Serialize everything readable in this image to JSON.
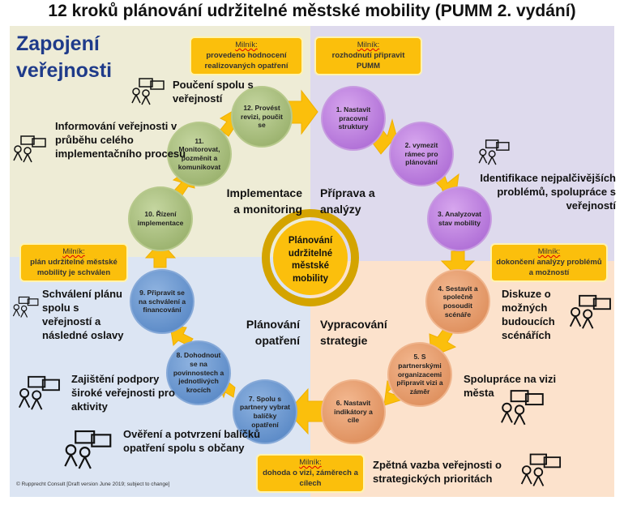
{
  "title": "12 kroků plánování udržitelné městské mobility (PUMM 2. vydání)",
  "heading": "Zapojení veřejnosti",
  "center": "Plánování udržitelné městské mobility",
  "phases": [
    "Implementace a monitoring",
    "Příprava a analýzy",
    "Plánování opatření",
    "Vypracování strategie"
  ],
  "steps": {
    "s1": "1. Nastavit pracovní struktury",
    "s2": "2. vymezit rámec pro plánování",
    "s3": "3. Analyzovat stav mobility",
    "s4": "4. Sestavit a společně posoudit scénáře",
    "s5": "5. S partnerskými organizacemi připravit vizi a záměr",
    "s6": "6. Nastavit indikátory a cíle",
    "s7": "7. Spolu s partnery vybrat balíčky opatření",
    "s8": "8. Dohodnout se na povinnostech a jednotlivých krocích",
    "s9": "9. Připravit se na schválení a financování",
    "s10": "10. Řízení implementace",
    "s11": "11. Monitorovat, pozměnit a komunikovat",
    "s12": "12. Provést revizi, poučit se"
  },
  "milestone_label": "Milník:",
  "milestones": {
    "m1": "provedeno hodnocení realizovaných opatření",
    "m2": "rozhodnutí připravit PUMM",
    "m3": "dokončení analýzy problémů a možností",
    "m4": "dohoda o vizi, záměrech a cílech",
    "m5": "plán udržitelné městské mobility je schválen"
  },
  "participation": {
    "p1": "Poučení spolu s veřejností",
    "p2": "Informování veřejnosti v průběhu celého implementačního procesu",
    "p3": "Identifikace nejpalčivějších problémů, spolupráce s veřejností",
    "p4": "Schválení plánu spolu s veřejností a následné oslavy",
    "p5": "Diskuze o možných budoucích scénářích",
    "p6": "Zajištění podpory široké veřejnosti pro aktivity",
    "p7": "Spolupráce na vizi města",
    "p8": "Ověření a potvrzení balíčků opatření spolu s občany",
    "p9": "Zpětná vazba veřejnosti o strategických prioritách"
  },
  "copyright": "© Rupprecht Consult [Draft version June 2019; subject to change]",
  "colors": {
    "milestone": "#fbbf0c",
    "implementation": "#eeecd6",
    "preparation": "#dedaed",
    "planning": "#dce5f3",
    "strategy": "#fce2cc"
  }
}
